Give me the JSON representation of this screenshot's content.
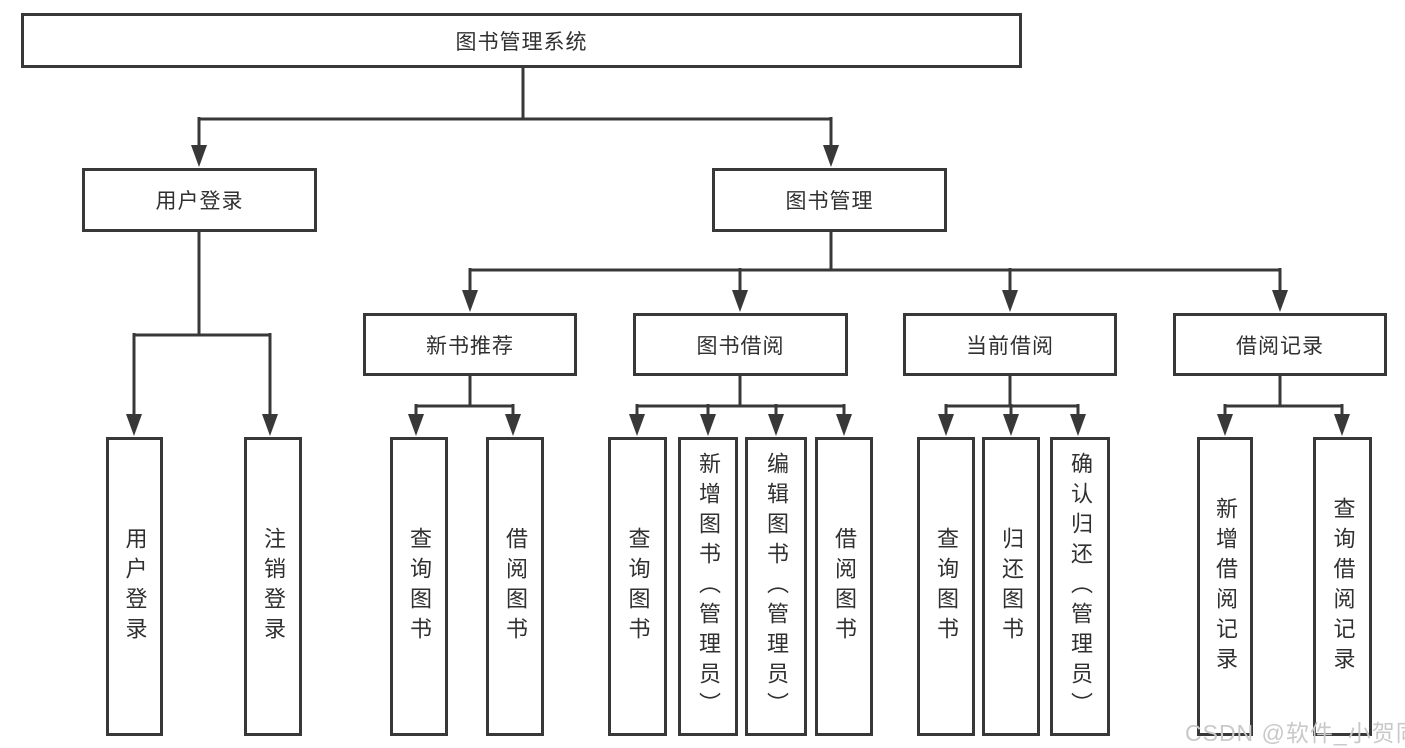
{
  "nodes": {
    "root": "图书管理系统",
    "user_login": "用户登录",
    "book_mgmt": "图书管理",
    "new_book_rec": "新书推荐",
    "book_borrow": "图书借阅",
    "current_borrow": "当前借阅",
    "borrow_record": "借阅记录",
    "leaf_user_login": "用户登录",
    "leaf_logout": "注销登录",
    "leaf_query_book_1": "查询图书",
    "leaf_borrow_book_1": "借阅图书",
    "leaf_query_book_2": "查询图书",
    "leaf_add_book": "新增图书（管理员）",
    "leaf_edit_book": "编辑图书（管理员）",
    "leaf_borrow_book_2": "借阅图书",
    "leaf_query_book_3": "查询图书",
    "leaf_return_book": "归还图书",
    "leaf_confirm_return": "确认归还（管理员）",
    "leaf_add_record": "新增借阅记录",
    "leaf_query_record": "查询借阅记录"
  },
  "colors": {
    "line": "#383838",
    "box_border": "#383838",
    "text": "#303030",
    "watermark": "#c9c9c9",
    "background": "#ffffff"
  },
  "watermark": "CSDN @软件_小贺同学"
}
